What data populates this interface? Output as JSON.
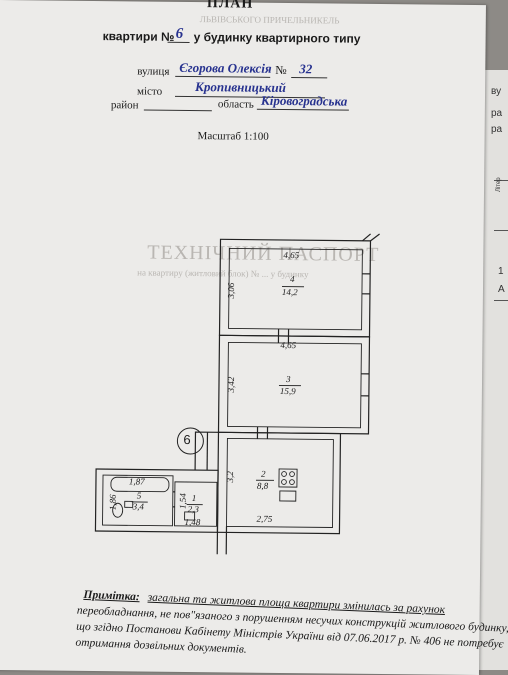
{
  "header": {
    "title_top": "ПЛАН",
    "faded_line": "ЛЬВІВСЬКОГО ПРИЧЕЛЬНИКЕЛЬ",
    "flat_prefix": "квартири №",
    "flat_number": "6",
    "flat_suffix": "у будинку квартирного типу"
  },
  "address": {
    "street_label": "вулиця",
    "street_value": "Єгорова Олексія",
    "number_label": "№",
    "number_value": "32",
    "city_label": "місто",
    "city_value": "Кропивницький",
    "district_label": "район",
    "region_label": "область",
    "region_value": "Кіровоградська"
  },
  "scale": "Масштаб 1:100",
  "plan": {
    "flat_circle": "6",
    "dims": {
      "top_width": "4,65",
      "room4_height": "3,06",
      "mid_width": "4,65",
      "room3_height": "3,42",
      "room2_height": "3,2",
      "room5_width": "1,87",
      "room5_height": "1,86",
      "room1_height": "1,54",
      "room1_width": "1,48",
      "room2_width": "2,75"
    },
    "rooms": [
      {
        "num": "4",
        "area": "14,2"
      },
      {
        "num": "3",
        "area": "15,9"
      },
      {
        "num": "2",
        "area": "8,8"
      },
      {
        "num": "5",
        "area": "3,4"
      },
      {
        "num": "1",
        "area": "2,3"
      }
    ]
  },
  "note": {
    "label": "Примітка:",
    "line1": "загальна та житлова площа квартири змінилась за рахунок",
    "line2": "переобладнання, не пов\"язаного з порушенням несучих конструкцій житлового будинку,",
    "line3": "що згідно Постанови Кабінету Міністрів України від 07.06.2017 р. № 406 не потребує",
    "line4": "отримання дозвільних документів."
  },
  "right_edge": {
    "t1": "ву",
    "t2": "ра",
    "t3": "ра",
    "t4": "Літер",
    "t5": "1",
    "t6": "А"
  }
}
